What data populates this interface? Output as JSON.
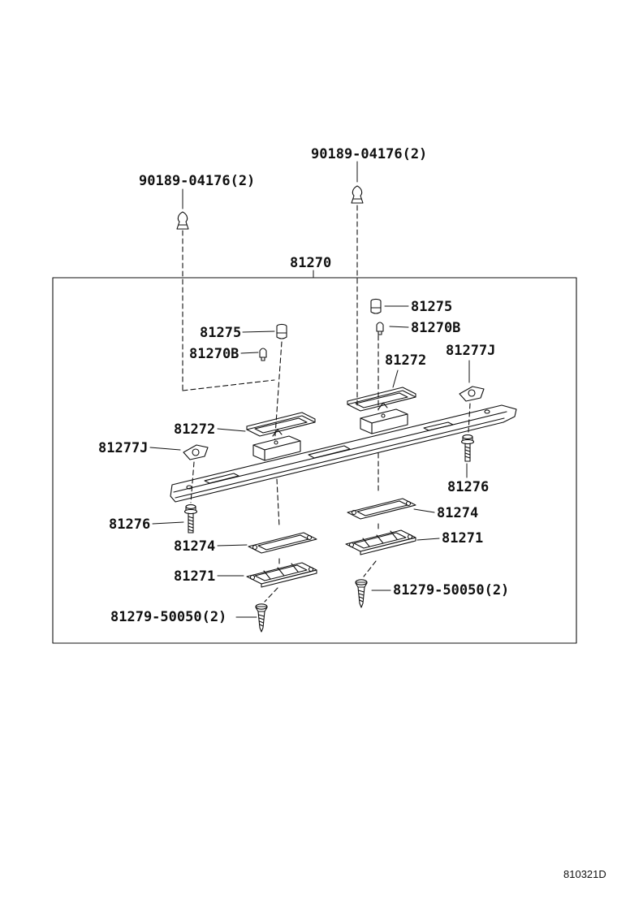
{
  "labels": {
    "clip_top_right": "90189-04176(2)",
    "clip_top_left": "90189-04176(2)",
    "assembly": "81270",
    "socket_right": "81275",
    "bulb_right": "81270B",
    "socket_left": "81275",
    "bulb_left": "81270B",
    "retainer_right": "81272",
    "retainer_left": "81272",
    "bracket_right": "81277J",
    "bracket_left": "81277J",
    "screw_right": "81276",
    "screw_left": "81276",
    "gasket_right": "81274",
    "gasket_left": "81274",
    "lens_right": "81271",
    "lens_left": "81271",
    "tapping_screw_right": "81279-50050(2)",
    "tapping_screw_left": "81279-50050(2)"
  },
  "doc_number": "810321D"
}
